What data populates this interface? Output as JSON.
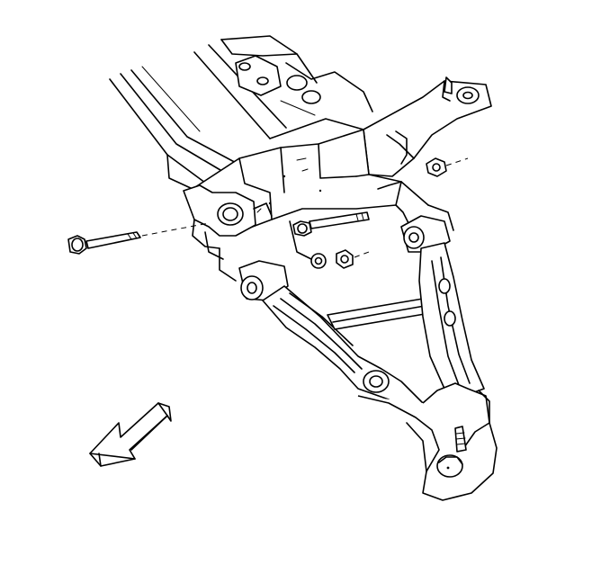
{
  "diagram": {
    "parts": [
      {
        "id": "frame-rail",
        "kind": "chassis frame"
      },
      {
        "id": "crossmember",
        "kind": "crossmember"
      },
      {
        "id": "front-bolt",
        "kind": "bolt"
      },
      {
        "id": "rear-bolt",
        "kind": "bolt"
      },
      {
        "id": "rear-nut",
        "kind": "nut"
      },
      {
        "id": "front-nut",
        "kind": "nut"
      },
      {
        "id": "washer",
        "kind": "washer"
      },
      {
        "id": "lower-control-arm",
        "kind": "control arm"
      },
      {
        "id": "ball-joint",
        "kind": "ball joint"
      }
    ],
    "direction_arrow": {
      "meaning": "vehicle front",
      "icon": "arrow-icon",
      "fill_color": "#ffffff",
      "stroke_color": "#000000"
    },
    "line_color": "#000000",
    "background_color": "#ffffff"
  }
}
